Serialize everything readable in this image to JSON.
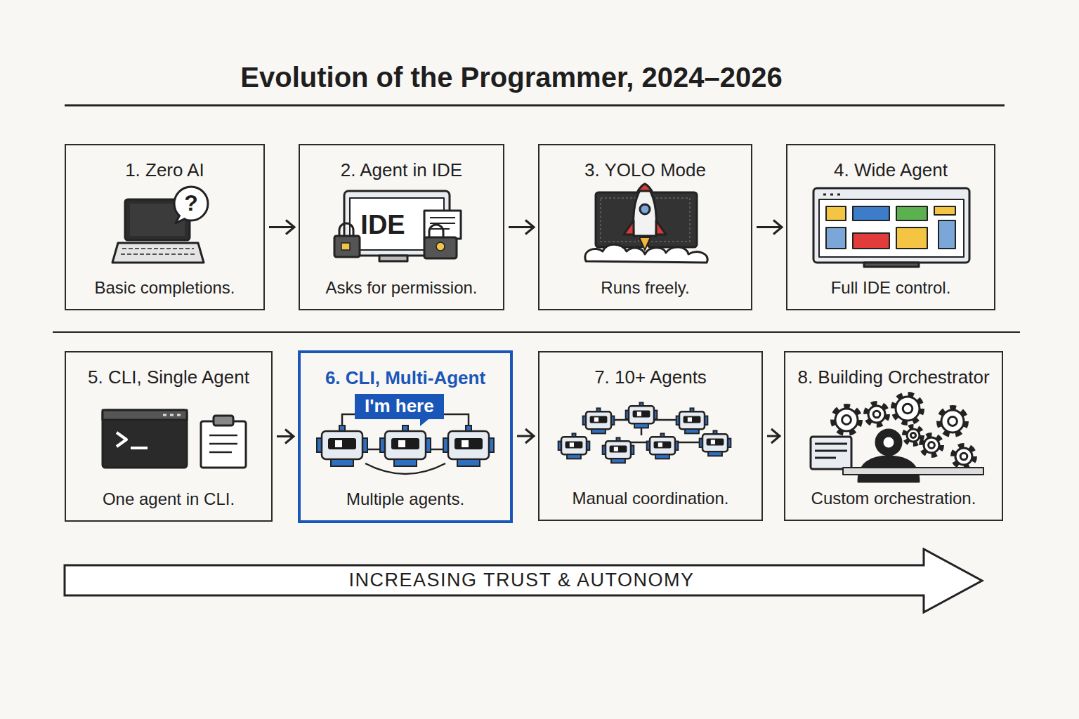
{
  "diagram": {
    "title": "Evolution of the Programmer, 2024–2026",
    "nodes": [
      {
        "text": [
          "1. Zero AI",
          "Basic completions."
        ]
      },
      {
        "text": [
          "2. Agent in IDE",
          "Asks for permission."
        ]
      },
      {
        "text": [
          "3. YOLO Mode",
          "Runs freely."
        ]
      },
      {
        "text": [
          "4. Wide Agent",
          "Full IDE control."
        ]
      },
      {
        "text": [
          "5. CLI, Single Agent",
          "One agent in CLI."
        ]
      },
      {
        "text": [
          "6. CLI, Multi-Agent",
          "Multiple agents."
        ]
      },
      {
        "text": [
          "I'm here"
        ],
        "in": 5
      },
      {
        "text": [
          "7. 10+ Agents",
          "Manual coordination."
        ]
      },
      {
        "text": [
          "8. Building Orchestrator",
          "Custom orchestration."
        ]
      },
      {
        "text": [
          "INCREASING TRUST & AUTONOMY"
        ]
      }
    ],
    "edges": [
      {
        "from": 0,
        "to": 1,
        "arrow": "to"
      },
      {
        "from": 1,
        "to": 2,
        "arrow": "to"
      },
      {
        "from": 2,
        "to": 3,
        "arrow": "to"
      },
      {
        "from": 4,
        "to": 5,
        "arrow": "to"
      },
      {
        "from": 5,
        "to": 7,
        "arrow": "to"
      },
      {
        "from": 7,
        "to": 8,
        "arrow": "to"
      }
    ],
    "labels": [
      "?",
      "IDE"
    ]
  }
}
